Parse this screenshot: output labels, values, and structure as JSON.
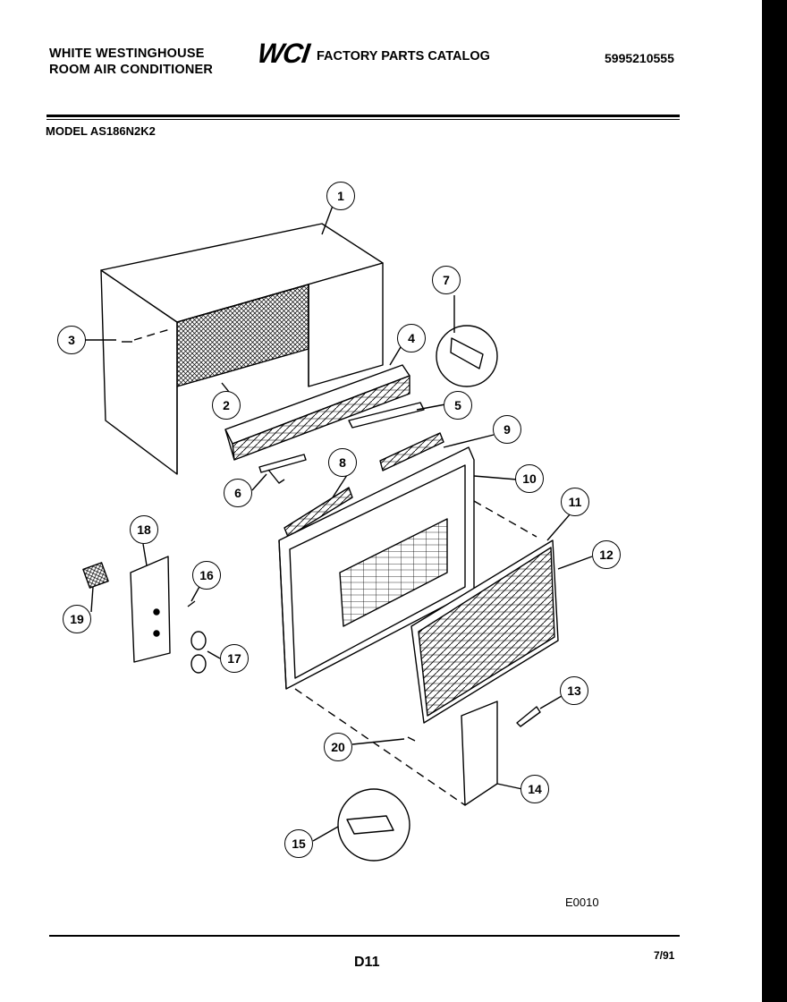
{
  "header": {
    "brand_line1": "WHITE WESTINGHOUSE",
    "brand_line2": "ROOM AIR CONDITIONER",
    "logo_text": "WCI",
    "catalog_title": "FACTORY PARTS CATALOG",
    "catalog_number": "5995210555",
    "model_label": "MODEL AS186N2K2"
  },
  "callouts": [
    "1",
    "2",
    "3",
    "4",
    "5",
    "6",
    "7",
    "8",
    "9",
    "10",
    "11",
    "12",
    "13",
    "14",
    "15",
    "16",
    "17",
    "18",
    "19",
    "20"
  ],
  "footer": {
    "diagram_code": "E0010",
    "page_number": "D11",
    "date": "7/91"
  }
}
